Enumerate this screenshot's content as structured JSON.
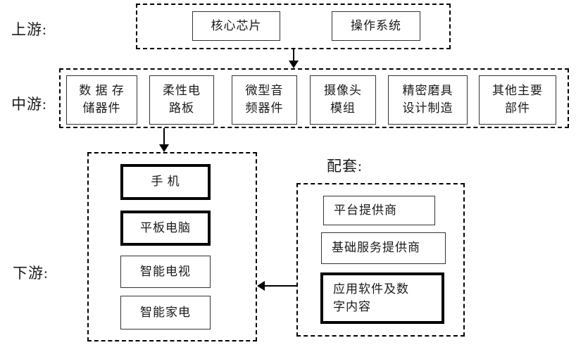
{
  "diagram": {
    "title_tiers": {
      "upstream_label": "上游:",
      "midstream_label": "中游:",
      "downstream_label": "下游:",
      "supporting_label": "配套:"
    },
    "upstream": {
      "items": [
        {
          "label": "核心芯片",
          "emphasis": false
        },
        {
          "label": "操作系统",
          "emphasis": false
        }
      ]
    },
    "midstream": {
      "items": [
        {
          "label": "数 据 存\n储器件",
          "emphasis": false
        },
        {
          "label": "柔性电\n路板",
          "emphasis": false
        },
        {
          "label": "微型音\n频器件",
          "emphasis": false
        },
        {
          "label": "摄像头\n模组",
          "emphasis": false
        },
        {
          "label": "精密磨具\n设计制造",
          "emphasis": false
        },
        {
          "label": "其他主要\n部件",
          "emphasis": false
        }
      ]
    },
    "downstream": {
      "items": [
        {
          "label": "手    机",
          "emphasis": true
        },
        {
          "label": "平板电脑",
          "emphasis": true
        },
        {
          "label": "智能电视",
          "emphasis": false
        },
        {
          "label": "智能家电",
          "emphasis": false
        }
      ]
    },
    "supporting": {
      "items": [
        {
          "label": "平台提供商",
          "emphasis": false
        },
        {
          "label": "基础服务提供商",
          "emphasis": false
        },
        {
          "label": "应用软件及数\n字内容",
          "emphasis": true
        }
      ]
    },
    "connectors": [
      {
        "name": "upstream-to-midstream",
        "direction": "down"
      },
      {
        "name": "midstream-to-downstream",
        "direction": "down"
      },
      {
        "name": "supporting-to-downstream",
        "direction": "left"
      }
    ],
    "colors": {
      "stroke": "#000000",
      "text": "#1a1a1a",
      "background": "#ffffff"
    }
  }
}
